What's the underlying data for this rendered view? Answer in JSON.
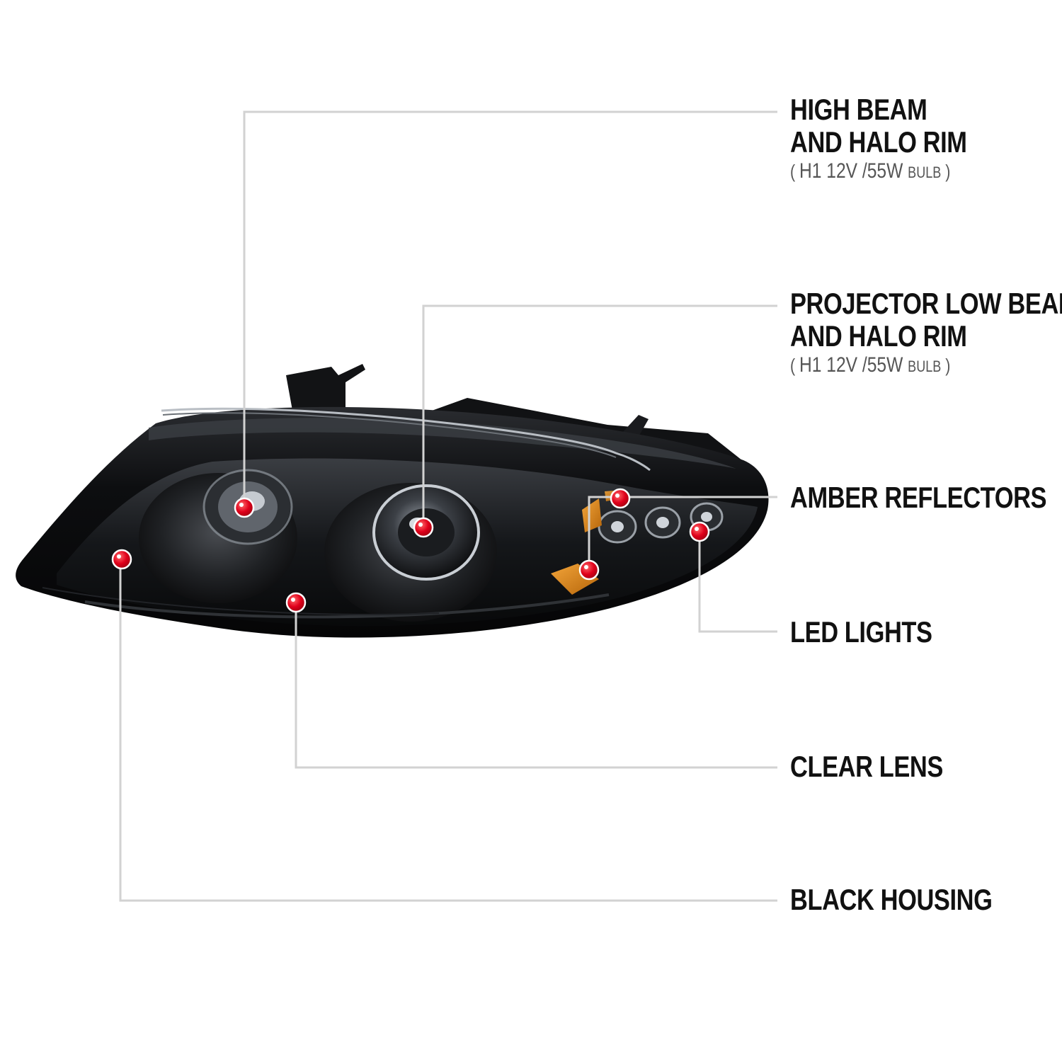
{
  "callouts": [
    {
      "id": "high-beam",
      "lines": [
        "HIGH BEAM",
        "AND HALO RIM"
      ],
      "spec": {
        "base": "H1  12V /55W",
        "unit": "BULB"
      }
    },
    {
      "id": "projector-low-beam",
      "lines": [
        "PROJECTOR LOW BEAM",
        "AND HALO RIM"
      ],
      "spec": {
        "base": "H1  12V /55W",
        "unit": "BULB"
      }
    },
    {
      "id": "amber-reflectors",
      "lines": [
        "AMBER REFLECTORS"
      ]
    },
    {
      "id": "led-lights",
      "lines": [
        "LED LIGHTS"
      ]
    },
    {
      "id": "clear-lens",
      "lines": [
        "CLEAR LENS"
      ]
    },
    {
      "id": "black-housing",
      "lines": [
        "BLACK HOUSING"
      ]
    }
  ],
  "colors": {
    "leader_line": "#d2d2d2",
    "marker": "#e0001b",
    "marker_highlight": "#ffffff",
    "housing": "#0b0b0d",
    "amber": "#d9820f",
    "text": "#111111"
  }
}
